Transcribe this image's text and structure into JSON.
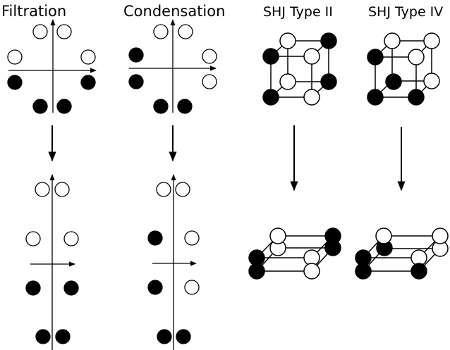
{
  "panels": {
    "filtration": {
      "title": "Filtration"
    },
    "condensation": {
      "title": "Condensation"
    },
    "shj_type_2": {
      "title": "SHJ Type II"
    },
    "shj_type_4": {
      "title": "SHJ Type IV"
    }
  },
  "colors": {
    "filled": "#000000",
    "empty": "#ffffff",
    "stroke": "#000000"
  }
}
